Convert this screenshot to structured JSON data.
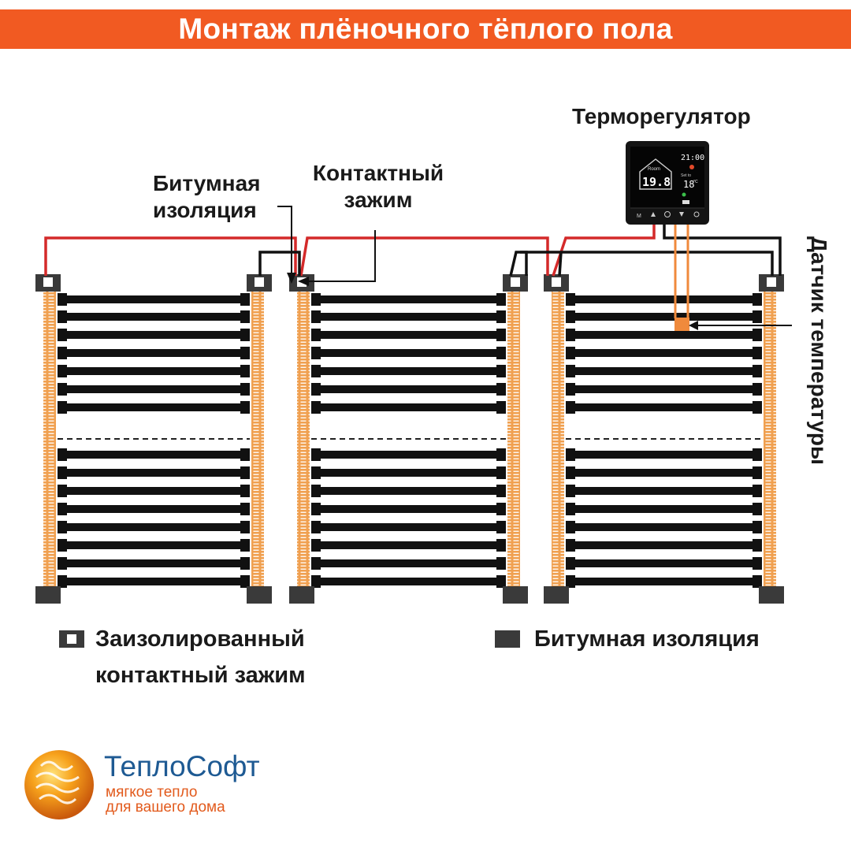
{
  "header": {
    "title": "Монтаж плёночного тёплого пола"
  },
  "labels": {
    "thermostat": "Терморегулятор",
    "bitumen_insulation_line1": "Битумная",
    "bitumen_insulation_line2": "изоляция",
    "contact_clamp_line1": "Контактный",
    "contact_clamp_line2": "зажим",
    "temperature_sensor": "Датчик температуры"
  },
  "thermostat_display": {
    "time": "21:00",
    "room_label": "Room",
    "room_temp": "19.8",
    "set_label": "Set to",
    "set_temp": "18",
    "unit": "°C",
    "button_mode": "M"
  },
  "legend": {
    "clamp_line1": "Заизолированный",
    "clamp_line2": "контактный зажим",
    "bitumen": "Битумная изоляция"
  },
  "brand": {
    "name": "ТеплоСофт",
    "tagline_line1": "мягкое тепло",
    "tagline_line2": "для вашего дома"
  },
  "colors": {
    "banner": "#f15a22",
    "copper_strip": "#f0a050",
    "carbon_strip": "#111111",
    "phase_wire": "#d42a2a",
    "neutral_wire": "#111111",
    "sensor": "#f08a3c",
    "insulation": "#3a3a3a",
    "brand_blue": "#1e5a93",
    "brand_orange": "#e25a1c"
  }
}
